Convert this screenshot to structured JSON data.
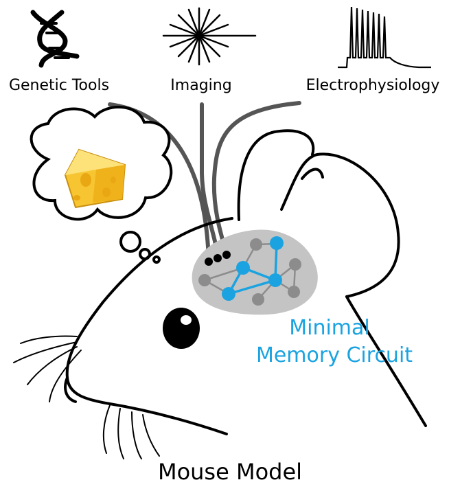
{
  "tools": {
    "genetic": "Genetic Tools",
    "imaging": "Imaging",
    "ephys": "Electrophysiology"
  },
  "circuit": {
    "line1": "Minimal",
    "line2": "Memory Circuit"
  },
  "model": "Mouse Model",
  "colors": {
    "accent": "#1aa3e0",
    "grey_node": "#8c8c8c",
    "brain_region": "#c4c4c4",
    "cheese": "#f7c531",
    "probe": "#555555"
  },
  "icons": [
    "dna-icon",
    "laser-burst-icon",
    "spike-trace-icon",
    "cheese-icon",
    "thought-bubble-icon"
  ]
}
